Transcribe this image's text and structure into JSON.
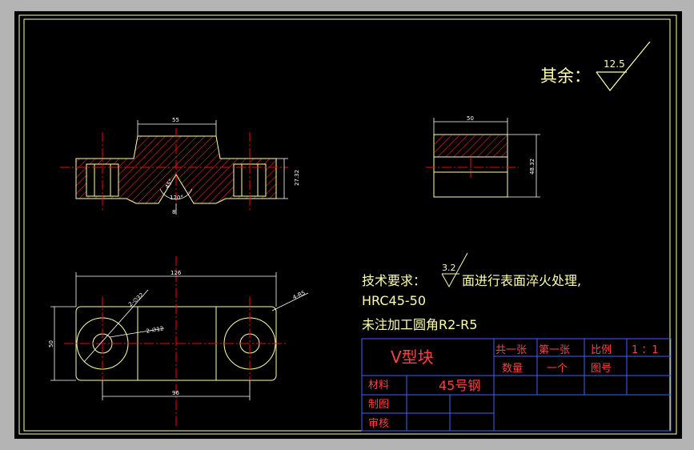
{
  "colors": {
    "background": "#000000",
    "frame": "#ffffaa",
    "hatch": "#e03030",
    "centerline": "#ff0000",
    "dimension": "#ffffff",
    "note": "#ffffaa",
    "table_line": "#4060ff",
    "table_text": "#ff4040"
  },
  "surface_finish": {
    "label": "其余：",
    "value": "12.5"
  },
  "front_view": {
    "dim_top": "55",
    "dim_right": "27.32",
    "dim_angle_small": "45°",
    "dim_angle_v": "120°",
    "dim_bottom": "8"
  },
  "side_view": {
    "dim_top": "50",
    "dim_right": "48.32"
  },
  "top_view": {
    "dim_top": "126",
    "dim_left": "50",
    "dim_bottom": "96",
    "dim_hole_large": "2-∅32",
    "dim_hole_small": "2-∅12",
    "dim_corner": "4-R5"
  },
  "technical_requirements": {
    "line1_prefix": "技术要求：",
    "line1_roughness": "3.2",
    "line1_suffix": "面进行表面淬火处理,",
    "line2": "HRC45-50",
    "line3": "未注加工圆角R2-R5"
  },
  "title_block": {
    "part_name": "V型块",
    "sheet_total": "共一张",
    "sheet_index": "第一张",
    "scale_label": "比例",
    "scale_value": "1 ：1",
    "quantity_label": "数量",
    "quantity_value": "一个",
    "drawing_no_label": "图号",
    "material_label": "材料",
    "material_value": "45号钢",
    "drawn_label": "制图",
    "checked_label": "审核"
  }
}
